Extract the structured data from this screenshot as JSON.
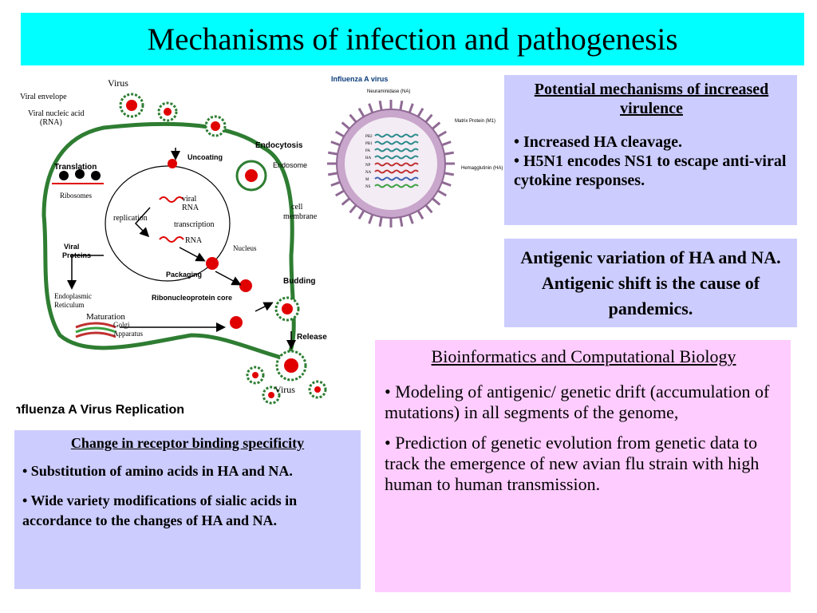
{
  "title": "Mechanisms of infection and pathogenesis",
  "virulence": {
    "heading": "Potential mechanisms of increased virulence",
    "bullets": [
      "• Increased HA cleavage.",
      "• H5N1 encodes NS1 to escape anti-viral cytokine responses."
    ]
  },
  "antigenic": {
    "text": "Antigenic variation of HA and NA. Antigenic shift is the cause of pandemics."
  },
  "bioinfo": {
    "heading": "Bioinformatics and Computational Biology",
    "bullets": [
      "• Modeling of antigenic/ genetic drift (accumulation of mutations) in all segments of the genome,",
      "• Prediction of genetic evolution from genetic data to track the emergence of new avian flu strain with high human to human transmission."
    ]
  },
  "receptor": {
    "heading": "Change in receptor binding specificity",
    "bullets": [
      "• Substitution of amino acids in HA and NA.",
      "• Wide variety modifications of sialic acids in accordance to the changes of HA and NA."
    ]
  },
  "replication_diagram": {
    "caption": "Influenza A  Virus Replication",
    "labels": {
      "virus_top": "Virus",
      "viral_envelope": "Viral envelope",
      "viral_nucleic_acid": "Viral nucleic acid",
      "rna_paren": "(RNA)",
      "endocytosis": "Endocytosis",
      "endosome": "Endosome",
      "uncoating": "Uncoating",
      "cell_membrane_1": "cell",
      "cell_membrane_2": "membrane",
      "translation": "Translation",
      "ribosomes": "Ribosomes",
      "viral_rna_1": "viral",
      "viral_rna_2": "RNA",
      "replication": "replication",
      "transcription": "transcription",
      "rna": "RNA",
      "viral_proteins_1": "Viral",
      "viral_proteins_2": "Proteins",
      "nucleus": "Nucleus",
      "packaging": "Packaging",
      "budding": "Budding",
      "er_1": "Endoplasmic",
      "er_2": "Reticulum",
      "rnp_core": "Ribonucleoprotein core",
      "maturation": "Maturation",
      "golgi_1": "Golgi",
      "golgi_2": "Apparatus",
      "release": "Release",
      "virus_bottom": "Virus"
    }
  },
  "virion_diagram": {
    "title": "Influenza A virus",
    "labels": {
      "neuraminidase": "Neuraminidase (NA)",
      "matrix": "Matrix Protein (M1)",
      "hemagglutinin": "Hemagglutinin (HA)"
    },
    "segments": [
      "PB2",
      "PB1",
      "PA",
      "HA",
      "NP",
      "NA",
      "M",
      "NS"
    ],
    "segment_colors": [
      "#2a8a8a",
      "#2a8a8a",
      "#2a8a8a",
      "#2a8a8a",
      "#c03030",
      "#c03030",
      "#3a60b0",
      "#3aa040"
    ]
  },
  "colors": {
    "title_bg": "#00ffff",
    "panel_blue": "#ccccff",
    "panel_pink": "#ffccff",
    "membrane_green": "#2e7d32",
    "core_red": "#e00000",
    "virion_purple": "#c9a6cc"
  }
}
